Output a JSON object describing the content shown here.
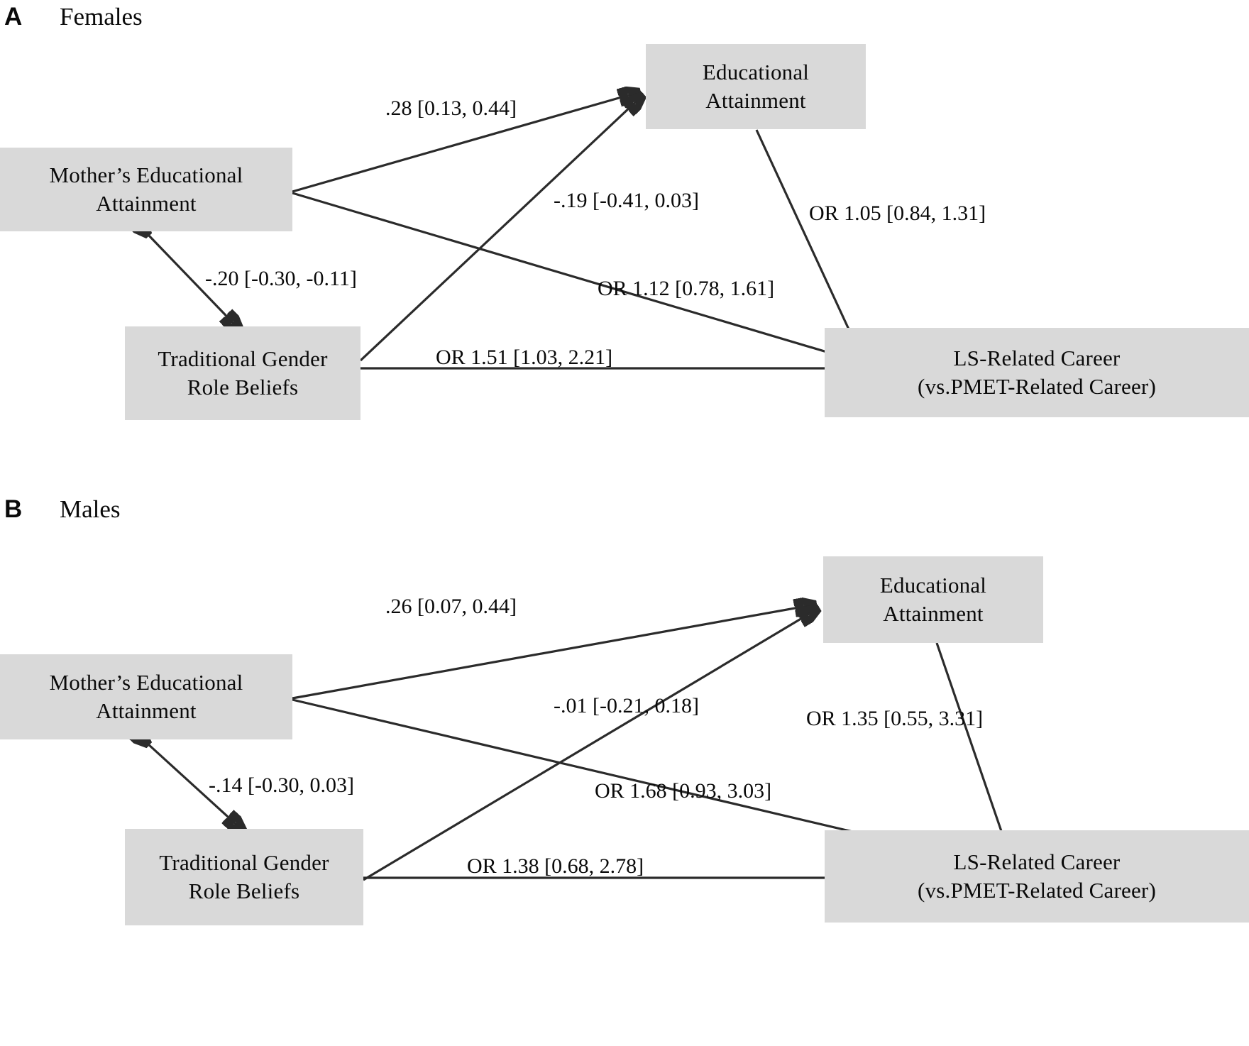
{
  "figure": {
    "type": "path-diagram",
    "panels": [
      {
        "letter": "A",
        "title": "Females",
        "nodes": {
          "mother": {
            "line1": "Mother’s Educational",
            "line2": "Attainment"
          },
          "gender": {
            "line1": "Traditional  Gender",
            "line2": "Role Beliefs"
          },
          "education": {
            "line1": "Educational",
            "line2": "Attainment"
          },
          "career": {
            "line1": "LS-Related Career",
            "line2": "(vs.PMET-Related Career)"
          }
        },
        "edges": {
          "mother_to_education": ".28 [0.13, 0.44]",
          "gender_to_education": "-.19 [-0.41, 0.03]",
          "mother_gender_correlation": "-.20 [-0.30, -0.11]",
          "education_to_career": "OR 1.05 [0.84, 1.31]",
          "mother_to_career": "OR 1.12 [0.78, 1.61]",
          "gender_to_career": "OR 1.51 [1.03, 2.21]"
        }
      },
      {
        "letter": "B",
        "title": "Males",
        "nodes": {
          "mother": {
            "line1": "Mother’s Educational",
            "line2": "Attainment"
          },
          "gender": {
            "line1": "Traditional  Gender",
            "line2": "Role Beliefs"
          },
          "education": {
            "line1": "Educational",
            "line2": "Attainment"
          },
          "career": {
            "line1": "LS-Related Career",
            "line2": "(vs.PMET-Related Career)"
          }
        },
        "edges": {
          "mother_to_education": ".26 [0.07, 0.44]",
          "gender_to_education": "-.01 [-0.21, 0.18]",
          "mother_gender_correlation": "-.14 [-0.30, 0.03]",
          "education_to_career": "OR 1.35 [0.55, 3.31]",
          "mother_to_career": "OR 1.68 [0.93, 3.03]",
          "gender_to_career": "OR 1.38 [0.68, 2.78]"
        }
      }
    ],
    "colors": {
      "node_fill": "#d9d9d9",
      "stroke": "#2b2b2b",
      "text": "#0a0a0a",
      "background": "#ffffff"
    }
  }
}
